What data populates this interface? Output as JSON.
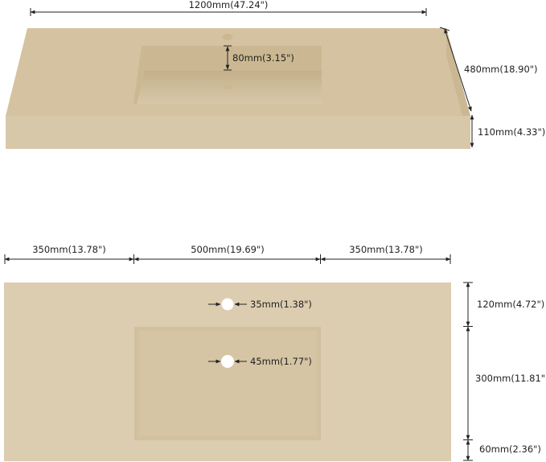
{
  "colors": {
    "top_surface": "#d4c2a1",
    "front_edge": "#d8c8aa",
    "right_edge": "#cbb893",
    "basin_inner": "#cbb892",
    "basin_floor": "#d6c5a6",
    "plan_surface": "#dccdb0",
    "plan_basin": "#d2c09e",
    "hole": "#ffffff",
    "dimension_line": "#222222"
  },
  "perspective_view": {
    "width_label": "1200mm(47.24\")",
    "depth_label": "480mm(18.90\")",
    "height_label": "110mm(4.33\")",
    "basin_depth_label": "80mm(3.15\")"
  },
  "plan_view": {
    "left_margin_label": "350mm(13.78\")",
    "basin_width_label": "500mm(19.69\")",
    "right_margin_label": "350mm(13.78\")",
    "faucet_hole_label": "35mm(1.38\")",
    "drain_hole_label": "45mm(1.77\")",
    "back_margin_label": "120mm(4.72\")",
    "basin_length_label": "300mm(11.81\")",
    "front_margin_label": "60mm(2.36\")"
  }
}
